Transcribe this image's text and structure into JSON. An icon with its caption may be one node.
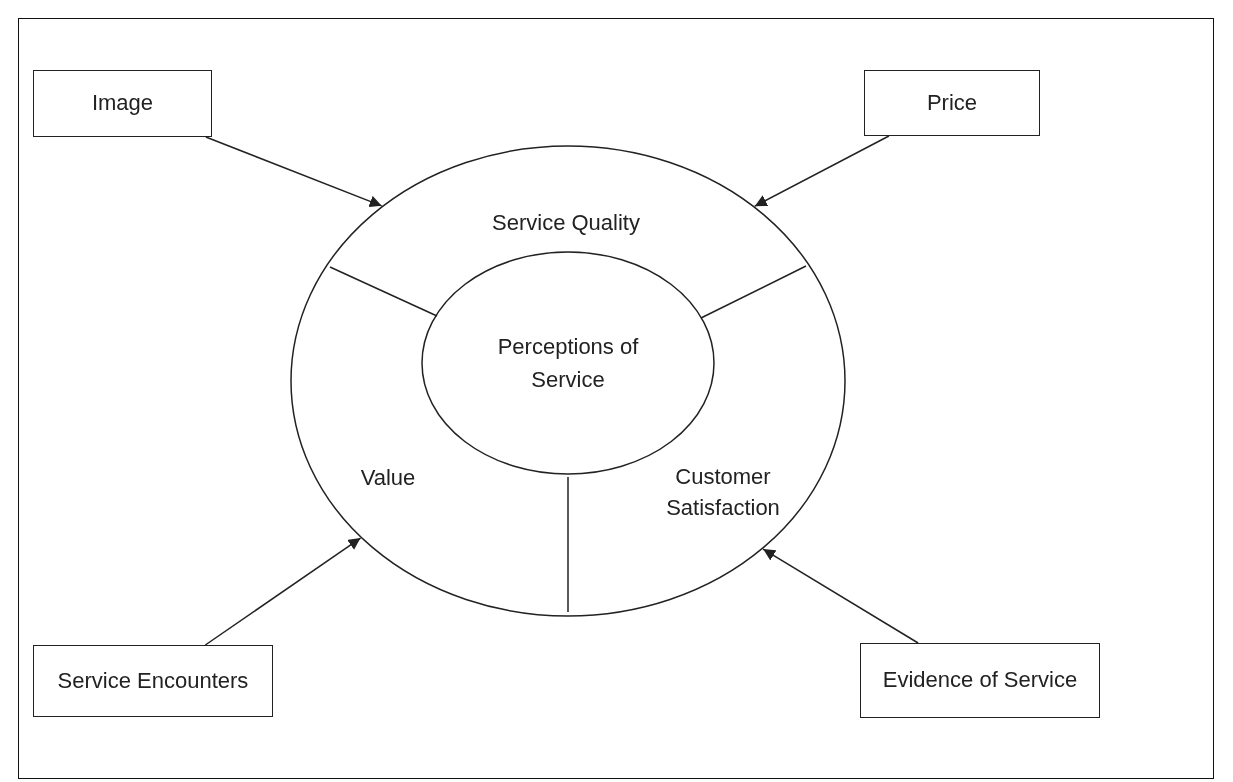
{
  "diagram": {
    "nodes": [
      {
        "text": [
          "Service Quality",
          "Value",
          "Customer Satisfaction"
        ]
      },
      {
        "text": [
          "Perceptions of Service"
        ],
        "in": 0
      },
      {
        "text": [
          "Image"
        ]
      },
      {
        "text": [
          "Price"
        ]
      },
      {
        "text": [
          "Service Encounters"
        ]
      },
      {
        "text": [
          "Evidence of Service"
        ]
      }
    ],
    "edges": [
      {
        "from": 2,
        "to": 0,
        "arrow": "to"
      },
      {
        "from": 3,
        "to": 0,
        "arrow": "to"
      },
      {
        "from": 4,
        "to": 0,
        "arrow": "to"
      },
      {
        "from": 5,
        "to": 0,
        "arrow": "to"
      }
    ]
  }
}
